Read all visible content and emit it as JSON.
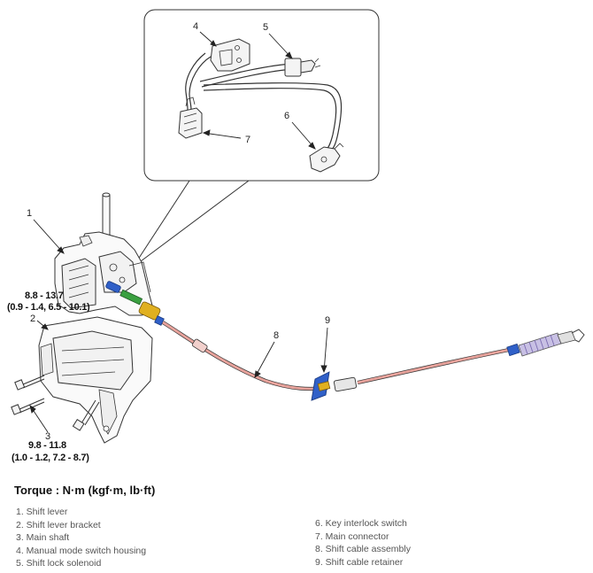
{
  "callouts": {
    "c1": "1",
    "c2": "2",
    "c3": "3",
    "c4": "4",
    "c5": "5",
    "c6": "6",
    "c7": "7",
    "c8": "8",
    "c9": "9"
  },
  "torques": {
    "upper": {
      "nm": "8.8 - 13.7",
      "alt": "(0.9 - 1.4, 6.5 - 10.1)"
    },
    "lower": {
      "nm": "9.8 - 11.8",
      "alt": "(1.0 - 1.2, 7.2 - 8.7)"
    }
  },
  "torque_title": "Torque : N·m (kgf·m, lb·ft)",
  "legend": {
    "left": [
      "1. Shift lever",
      "2. Shift lever bracket",
      "3. Main shaft",
      "4. Manual mode switch housing",
      "5. Shift lock solenoid"
    ],
    "right": [
      "6. Key interlock switch",
      "7. Main connector",
      "8. Shift cable assembly",
      "9. Shift cable retainer"
    ]
  },
  "colors": {
    "cable": "#e8a39c",
    "connector_blue": "#3060c8",
    "green": "#3aa040",
    "gold": "#e0b020",
    "spring": "#9a8cc8"
  }
}
